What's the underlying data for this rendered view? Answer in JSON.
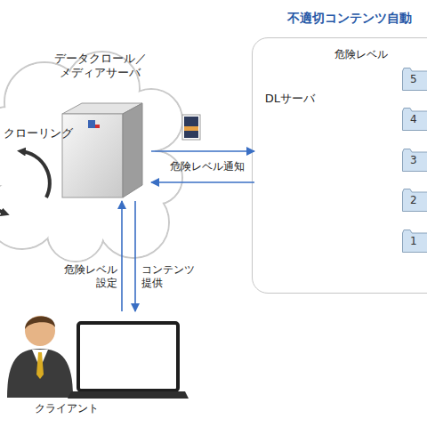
{
  "diagram": {
    "nodes": [
      {
        "text": [
          "不適切コンテンツ自動"
        ]
      },
      {
        "text": [
          "データクロール／ メディアサーバ"
        ]
      },
      {
        "text": [
          "DLサーバ"
        ],
        "in": 0
      },
      {
        "text": [
          "5"
        ],
        "in": 0
      },
      {
        "text": [
          "4"
        ],
        "in": 0
      },
      {
        "text": [
          "3"
        ],
        "in": 0
      },
      {
        "text": [
          "2"
        ],
        "in": 0
      },
      {
        "text": [
          "1"
        ],
        "in": 0
      },
      {
        "text": [
          "クライアント"
        ]
      }
    ],
    "edges": [
      {
        "from": 1,
        "to": 2,
        "arrow": "to"
      },
      {
        "from": 2,
        "to": 1,
        "arrow": "to",
        "label": "危険レベル通知"
      },
      {
        "from": 8,
        "to": 1,
        "arrow": "to",
        "label": "危険レベル 設定"
      },
      {
        "from": 1,
        "to": 8,
        "arrow": "to",
        "label": "コンテンツ 提供"
      }
    ],
    "labels": [
      "クローリング",
      "危険レベル"
    ]
  }
}
